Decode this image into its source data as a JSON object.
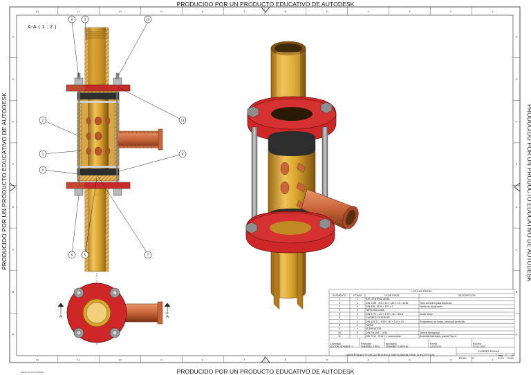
{
  "watermark": "PRODUCIDO POR UN PRODUCTO EDUCATIVO DE AUTODESK",
  "section_label": "A-A ( 1 : 2 )",
  "section_marks": [
    "A",
    "A"
  ],
  "border_numbers": [
    "12",
    "11",
    "10",
    "9",
    "8",
    "7",
    "6",
    "5",
    "4",
    "3",
    "2",
    "1"
  ],
  "border_letters": [
    "H",
    "G",
    "F",
    "E",
    "D",
    "C",
    "B",
    "A"
  ],
  "balloons": [
    "8",
    "3",
    "10",
    "2",
    "11",
    "1",
    "9",
    "4",
    "6",
    "5",
    "7"
  ],
  "parts_list": {
    "title": "LISTA DE PIEZAS",
    "headers": [
      "ELEMENTO",
      "CTDAD",
      "Nº DE PIEZA",
      "DESCRIPCIÓN"
    ],
    "rows": [
      [
        "1",
        "1",
        "EJE CENTRAL 40/46",
        ""
      ],
      [
        "2",
        "1",
        "DIN 2780 - 4.5 × 40 × 125 × 12 - S235",
        "Tubo de acero para fundición"
      ],
      [
        "3",
        "4",
        "DIN 936 - M16 × 125 × 2",
        "Varilla de separación"
      ],
      [
        "4",
        "4",
        "TAPA ANILLADA",
        ""
      ],
      [
        "5",
        "4",
        "DIN 2771 - 1/2 × 2,25 × 80 - 5/8-6",
        "Junta tórica"
      ],
      [
        "6",
        "1",
        "CUERPO EXTERIOR",
        ""
      ],
      [
        "7",
        "2",
        "DIN 625 T1 - 6/16 × 80 × 125 × 23",
        "Rodamiento de bolas, ranurado profundo"
      ],
      [
        "8",
        "2",
        "TAPAS",
        ""
      ],
      [
        "9",
        "4",
        "SEPARADOR",
        ""
      ],
      [
        "10",
        "8",
        "DIN EN 1667 - M16",
        "Tuerca hexagonal"
      ],
      [
        "11",
        "1",
        "DIN 7912 - M16 × 1 ranura sola",
        "Arandela fabricada, planta Tipo A"
      ]
    ]
  },
  "title_block": {
    "designed_label": "Diseñado",
    "designed_value": "AUTOR NOMBRE 1",
    "checked_label": "Revisado",
    "checked_value": "NOMBRE 2 REV",
    "approved_label": "Aprobado",
    "approved_value": "NOMBRE 3 APROB",
    "date_label": "Fecha",
    "date_value": "12/3/2015",
    "edition_label": "Edición",
    "edition_value": "01-01-2015",
    "university": "UNIVERSIDAD TECNICA FEDERICO SANTA MARIA SEDE CONCEPCION",
    "drawing_name": "DISEÑO EN N/A",
    "piece_label": "PIEZA:",
    "piece_value": "01",
    "sheet_label": "Hoja",
    "sheet_value": "01",
    "edition_short": "01 01",
    "scale_value": "01/01"
  },
  "footer_note": "Dibujo Técnico Industrial",
  "colors": {
    "brass": "#d9a42b",
    "brass_dark": "#8b5a12",
    "copper": "#c8643a",
    "flange_red": "#cf2727",
    "dark_band": "#2d2d2d",
    "hatch": "#444444",
    "bolt": "#9a9a9a"
  }
}
